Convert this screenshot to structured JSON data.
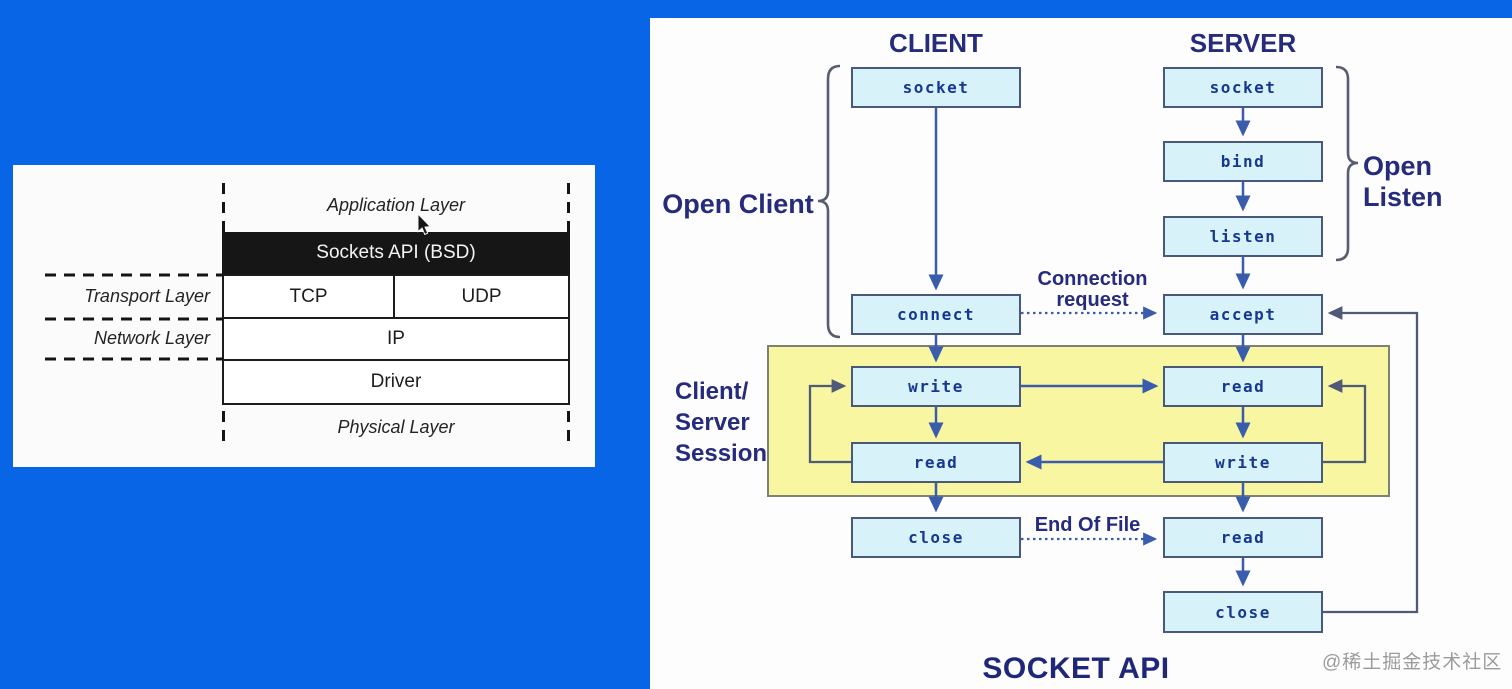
{
  "colors": {
    "background_blue": "#0765e6",
    "panel_white": "#fbfbfb",
    "flow_box_fill": "#d7f3f9",
    "flow_box_border": "#48597c",
    "flow_box_text": "#17388f",
    "arrow_blue": "#3a5cac",
    "loop_line_gray": "#4e5a78",
    "session_fill": "#f9f6a2",
    "session_border": "#7d8272",
    "heading_navy": "#262b7c",
    "stack_bar_black": "#161616",
    "watermark_gray": "#9b9b9b"
  },
  "stack_panel": {
    "application_layer": "Application Layer",
    "sockets_api": "Sockets API (BSD)",
    "tcp": "TCP",
    "udp": "UDP",
    "ip": "IP",
    "driver": "Driver",
    "physical_layer": "Physical Layer",
    "transport_layer": "Transport Layer",
    "network_layer": "Network Layer"
  },
  "flow_panel": {
    "client_header": "CLIENT",
    "server_header": "SERVER",
    "client": {
      "socket": "socket",
      "connect": "connect",
      "write": "write",
      "read": "read",
      "close": "close"
    },
    "server": {
      "socket": "socket",
      "bind": "bind",
      "listen": "listen",
      "accept": "accept",
      "read_session": "read",
      "write_session": "write",
      "read_eof": "read",
      "close": "close"
    },
    "open_client": "Open Client",
    "open_listen": "Open Listen",
    "connection_request": {
      "line1": "Connection",
      "line2": "request"
    },
    "session_label": {
      "line1": "Client/",
      "line2": "Server",
      "line3": "Session"
    },
    "end_of_file": "End Of File",
    "title": "SOCKET API"
  },
  "watermark": "@稀土掘金技术社区"
}
